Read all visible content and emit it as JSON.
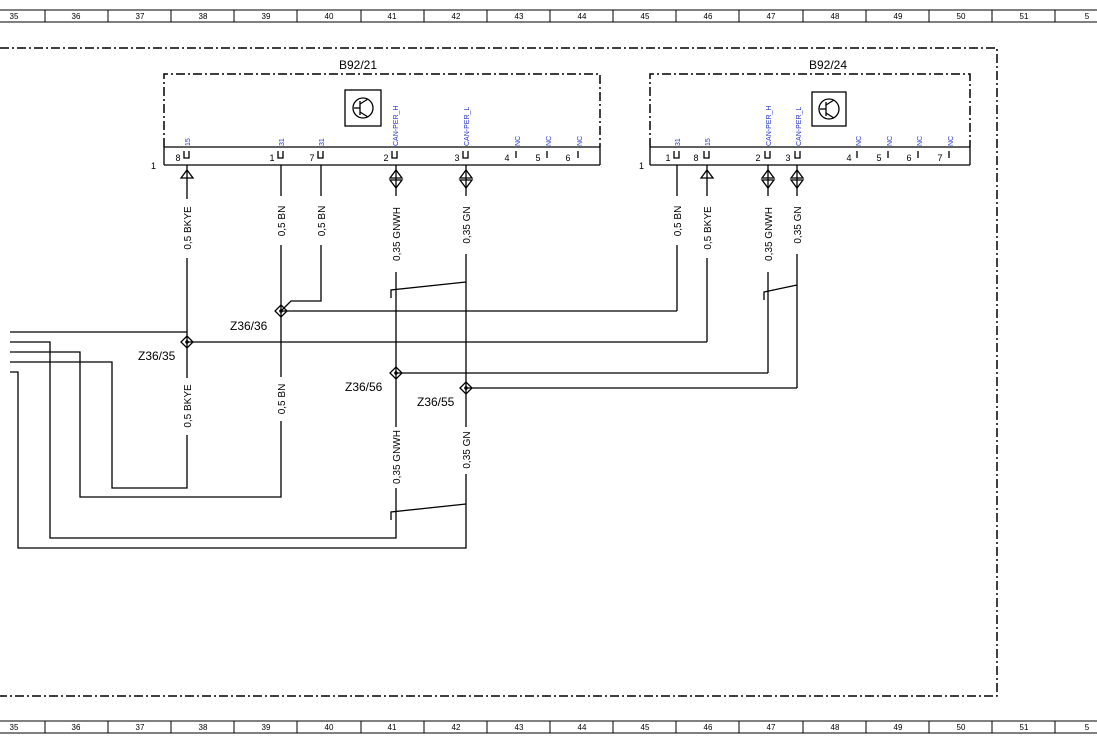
{
  "ruler": {
    "numbers": [
      "35",
      "36",
      "37",
      "38",
      "39",
      "40",
      "41",
      "42",
      "43",
      "44",
      "45",
      "46",
      "47",
      "48",
      "49",
      "50",
      "51",
      "5"
    ]
  },
  "components": [
    {
      "id": "B92/21",
      "title": "B92/21",
      "row_label": "1",
      "pins": [
        {
          "num": "8",
          "signal": "15"
        },
        {
          "num": "1",
          "signal": "31"
        },
        {
          "num": "7",
          "signal": "31"
        },
        {
          "num": "2",
          "signal": "CAN-PER_H"
        },
        {
          "num": "3",
          "signal": "CAN-PER_L"
        },
        {
          "num": "4",
          "signal": "NC"
        },
        {
          "num": "5",
          "signal": "NC"
        },
        {
          "num": "6",
          "signal": "NC"
        }
      ]
    },
    {
      "id": "B92/24",
      "title": "B92/24",
      "row_label": "1",
      "pins": [
        {
          "num": "1",
          "signal": "31"
        },
        {
          "num": "8",
          "signal": "15"
        },
        {
          "num": "2",
          "signal": "CAN-PER_H"
        },
        {
          "num": "3",
          "signal": "CAN-PER_L"
        },
        {
          "num": "4",
          "signal": "NC"
        },
        {
          "num": "5",
          "signal": "NC"
        },
        {
          "num": "6",
          "signal": "NC"
        },
        {
          "num": "7",
          "signal": "NC"
        }
      ]
    }
  ],
  "wires": [
    {
      "label": "0,5 BKYE"
    },
    {
      "label": "0,5 BN"
    },
    {
      "label": "0,5 BN"
    },
    {
      "label": "0,35 GNWH"
    },
    {
      "label": "0,35 GN"
    },
    {
      "label": "0,5 BN"
    },
    {
      "label": "0,5 BKYE"
    },
    {
      "label": "0,35 GNWH"
    },
    {
      "label": "0,35 GN"
    },
    {
      "label": "0,5 BKYE"
    },
    {
      "label": "0,5 BN"
    },
    {
      "label": "0,35 GNWH"
    },
    {
      "label": "0,35 GN"
    }
  ],
  "splices": [
    {
      "id": "Z36/36"
    },
    {
      "id": "Z36/35"
    },
    {
      "id": "Z36/56"
    },
    {
      "id": "Z36/55"
    }
  ]
}
